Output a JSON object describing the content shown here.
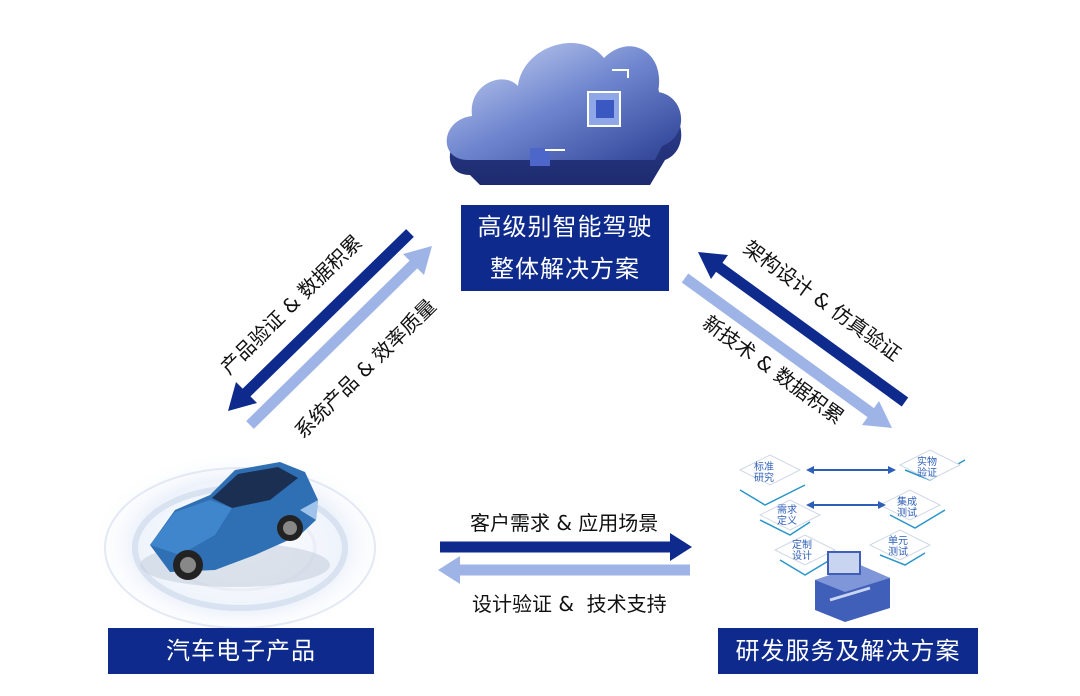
{
  "center_box": {
    "line1": "高级别智能驾驶",
    "line2": "整体解决方案"
  },
  "left_box": {
    "label": "汽车电子产品"
  },
  "right_box": {
    "label": "研发服务及解决方案"
  },
  "arrows": {
    "left_outer": "产品验证 & 数据积累",
    "left_inner": "系统产品 & 效率质量",
    "right_outer": "架构设计 & 仿真验证",
    "right_inner": "新技术 & 数据积累",
    "bottom_top": "客户需求 & 应用场景",
    "bottom_bottom": "设计验证 &  技术支持"
  },
  "modules": {
    "m1": "标准\n研究",
    "m2": "实物\n验证",
    "m3": "需求\n定义",
    "m4": "集成\n测试",
    "m5": "定制\n设计",
    "m6": "单元\n测试"
  },
  "colors": {
    "dark_blue": "#0d2a8c",
    "light_blue": "#9fb4e6",
    "car_blue": "#2f6fb3"
  }
}
